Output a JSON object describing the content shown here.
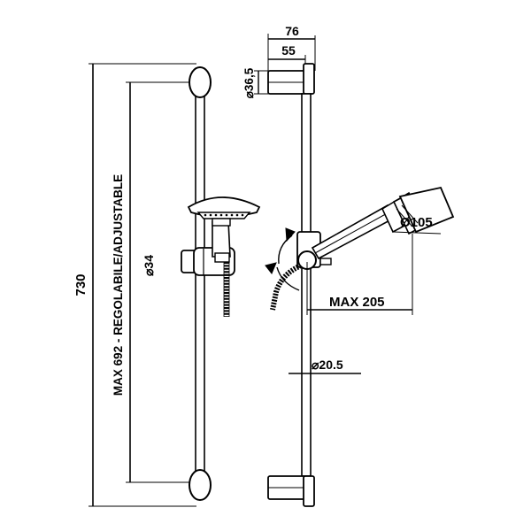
{
  "dimensions": {
    "total_height": "730",
    "adjustable": "MAX 692 - REGOLABILE/ADJUSTABLE",
    "holder_diameter": "⌀34",
    "top_width": "76",
    "mount_width": "55",
    "bracket_diameter": "⌀36,5",
    "head_diameter": "Ø105",
    "projection": "MAX 205",
    "rail_diameter": "⌀20.5"
  }
}
